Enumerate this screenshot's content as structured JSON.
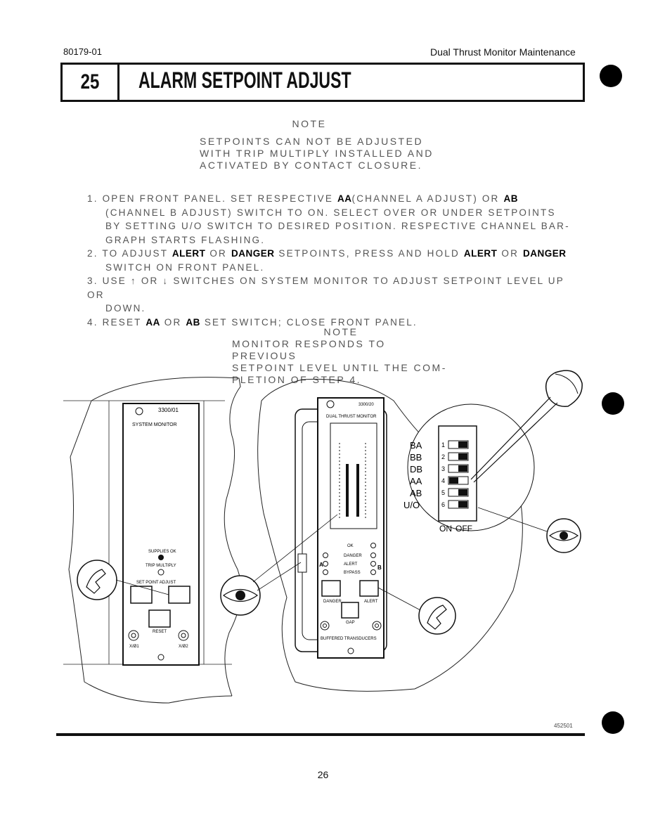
{
  "header": {
    "doc_number": "80179-01",
    "doc_title": "Dual Thrust Monitor Maintenance",
    "section_number": "25",
    "section_title": "ALARM SETPOINT ADJUST"
  },
  "note1": {
    "heading": "NOTE",
    "lines": [
      "SETPOINTS CAN NOT BE ADJUSTED",
      "WITH TRIP MULTIPLY INSTALLED AND",
      "ACTIVATED BY CONTACT CLOSURE."
    ]
  },
  "steps": [
    {
      "lines": [
        {
          "parts": [
            "1. OPEN FRONT PANEL. SET RESPECTIVE ",
            {
              "kw": "AA"
            },
            "(CHANNEL A ADJUST) OR ",
            {
              "kw": "AB"
            }
          ]
        },
        {
          "parts": [
            "(CHANNEL B ADJUST) SWITCH TO ON. SELECT OVER OR UNDER SETPOINTS"
          ]
        },
        {
          "parts": [
            "BY SETTING U/O SWITCH TO DESIRED POSITION. RESPECTIVE CHANNEL BAR-"
          ]
        },
        {
          "parts": [
            "GRAPH STARTS FLASHING."
          ]
        }
      ]
    },
    {
      "lines": [
        {
          "parts": [
            "2. TO ADJUST ",
            {
              "kw": "ALERT"
            },
            " OR ",
            {
              "kw": "DANGER"
            },
            " SETPOINTS, PRESS AND HOLD ",
            {
              "kw": "ALERT"
            },
            " OR ",
            {
              "kw": "DANGER"
            }
          ]
        },
        {
          "parts": [
            "SWITCH ON FRONT PANEL."
          ]
        }
      ]
    },
    {
      "lines": [
        {
          "parts": [
            "3. USE ↑ OR ↓ SWITCHES ON SYSTEM MONITOR TO ADJUST SETPOINT LEVEL UP OR"
          ]
        },
        {
          "parts": [
            "DOWN."
          ]
        }
      ]
    },
    {
      "lines": [
        {
          "parts": [
            "4. RESET ",
            {
              "kw": "AA"
            },
            " OR ",
            {
              "kw": "AB"
            },
            " SET SWITCH; CLOSE FRONT PANEL."
          ]
        }
      ]
    }
  ],
  "note2": {
    "heading": "NOTE",
    "lines": [
      "MONITOR RESPONDS TO PREVIOUS",
      "SETPOINT LEVEL UNTIL THE COM-",
      "PLETION OF STEP 4."
    ]
  },
  "figure": {
    "system_monitor": {
      "model": "3300/01",
      "name": "SYSTEM MONITOR",
      "supplies_ok": "SUPPLIES OK",
      "trip_multiply": "TRIP MULTIPLY",
      "set_point_adjust": "SET POINT ADJUST",
      "reset": "RESET",
      "left_conn": "X/Ø1",
      "right_conn": "X/Ø2"
    },
    "dual_thrust_monitor": {
      "model": "3300/20",
      "name": "DUAL THRUST MONITOR",
      "ok": "OK",
      "danger": "DANGER",
      "alert": "ALERT",
      "bypass": "BYPASS",
      "chan_a": "A",
      "chan_b": "B",
      "danger_btn": "DANGER",
      "alert_btn": "ALERT",
      "gap": "GAP",
      "buffered": "BUFFERED TRANSDUCERS"
    },
    "switch_bank": {
      "labels": [
        "BA",
        "BB",
        "DB",
        "AA",
        "AB",
        "U/O"
      ],
      "numbers": [
        "1",
        "2",
        "3",
        "4",
        "5",
        "6"
      ],
      "on_label": "ON",
      "off_label": "OFF"
    },
    "figure_id": "452501"
  },
  "footer": {
    "page_number": "26"
  }
}
